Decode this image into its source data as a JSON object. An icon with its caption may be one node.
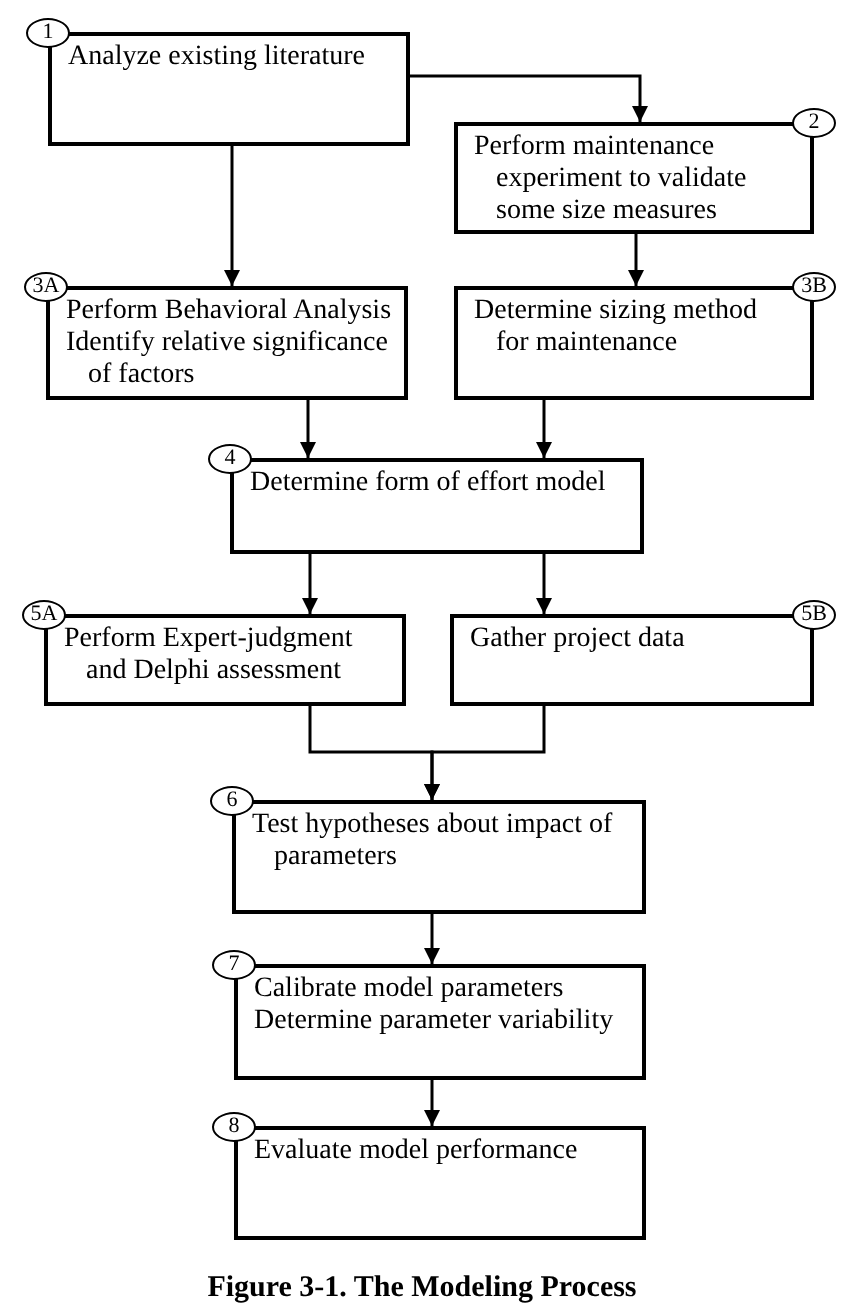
{
  "diagram": {
    "caption": "Figure 3-1. The Modeling Process",
    "nodes": [
      {
        "text": [
          "1",
          "Analyze existing literature"
        ]
      },
      {
        "text": [
          "2",
          "Perform maintenance experiment to validate some size measures"
        ]
      },
      {
        "text": [
          "3A",
          "Perform Behavioral Analysis",
          "Identify relative significance of factors"
        ]
      },
      {
        "text": [
          "3B",
          "Determine sizing method for maintenance"
        ]
      },
      {
        "text": [
          "4",
          "Determine form of effort model"
        ]
      },
      {
        "text": [
          "5A",
          "Perform Expert-judgment and Delphi assessment"
        ]
      },
      {
        "text": [
          "5B",
          "Gather project data"
        ]
      },
      {
        "text": [
          "6",
          "Test hypotheses about impact of parameters"
        ]
      },
      {
        "text": [
          "7",
          "Calibrate model parameters",
          "Determine parameter variability"
        ]
      },
      {
        "text": [
          "8",
          "Evaluate model performance"
        ]
      }
    ],
    "edges": [
      {
        "from": 0,
        "to": 1,
        "arrow": "to"
      },
      {
        "from": 0,
        "to": 2,
        "arrow": "to"
      },
      {
        "from": 1,
        "to": 3,
        "arrow": "to"
      },
      {
        "from": 2,
        "to": 4,
        "arrow": "to"
      },
      {
        "from": 3,
        "to": 4,
        "arrow": "to"
      },
      {
        "from": 4,
        "to": 5,
        "arrow": "to"
      },
      {
        "from": 4,
        "to": 6,
        "arrow": "to"
      },
      {
        "from": 5,
        "to": 7,
        "arrow": "to"
      },
      {
        "from": 6,
        "to": 7,
        "arrow": "to"
      },
      {
        "from": 7,
        "to": 8,
        "arrow": "to"
      },
      {
        "from": 8,
        "to": 9,
        "arrow": "to"
      }
    ]
  }
}
